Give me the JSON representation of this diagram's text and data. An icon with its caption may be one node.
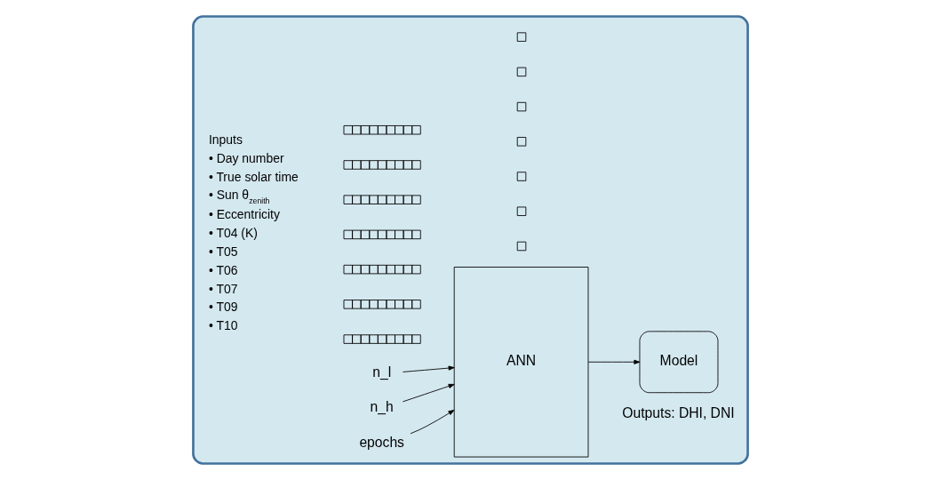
{
  "diagram": {
    "nodes": [
      {
        "text": [],
        "shape": "box"
      },
      {
        "text": [
          "epochs"
        ],
        "in": 0
      },
      {
        "text": [
          "n_h"
        ],
        "in": 0
      },
      {
        "text": [
          "n_l"
        ],
        "in": 0
      },
      {
        "text": [
          "ANN"
        ],
        "in": 0
      },
      {
        "text": [
          "Model"
        ],
        "in": 0
      },
      {
        "text": [],
        "shape": "bar",
        "in": 0
      },
      {
        "text": [],
        "shape": "bar",
        "in": 0
      },
      {
        "text": [],
        "shape": "bar",
        "in": 0
      },
      {
        "text": [],
        "shape": "bar",
        "in": 0
      },
      {
        "text": [],
        "shape": "bar",
        "in": 0
      },
      {
        "text": [],
        "shape": "bar",
        "in": 0
      },
      {
        "text": [],
        "shape": "bar",
        "in": 0
      },
      {
        "text": [],
        "shape": "box",
        "in": 0
      },
      {
        "text": [],
        "shape": "box",
        "in": 0
      },
      {
        "text": [],
        "shape": "box",
        "in": 0
      },
      {
        "text": [],
        "shape": "box",
        "in": 0
      },
      {
        "text": [],
        "shape": "box",
        "in": 0
      },
      {
        "text": [],
        "shape": "box",
        "in": 0
      },
      {
        "text": [],
        "shape": "box",
        "in": 0
      }
    ],
    "edges": [
      {
        "from": 1,
        "to": 4,
        "arrow": "to"
      },
      {
        "from": 2,
        "to": 4,
        "arrow": "to"
      },
      {
        "from": 3,
        "to": 4,
        "arrow": "to"
      },
      {
        "from": 4,
        "to": 5,
        "arrow": "to"
      }
    ],
    "labels": [
      "Inputs",
      "• Day number",
      "• True solar time",
      "• Sun θ$_{zenith}$",
      "• Eccentricity",
      "• T04 (K)",
      "• T05",
      "• T06",
      "• T07",
      "• T09",
      "• T10",
      "Outputs: DHI, DNI"
    ]
  }
}
